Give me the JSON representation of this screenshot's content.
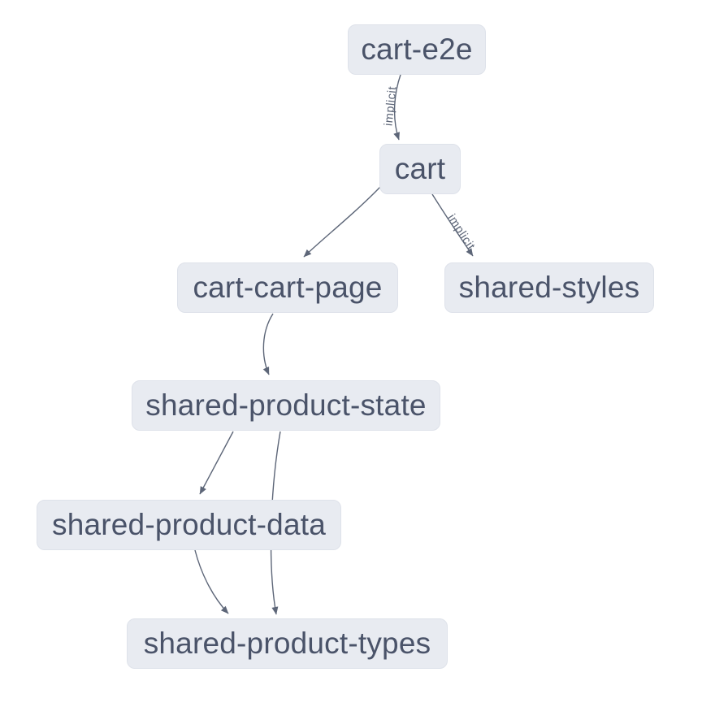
{
  "diagram": {
    "kind": "dependency-graph",
    "nodes": [
      {
        "id": "cart-e2e",
        "label": "cart-e2e"
      },
      {
        "id": "cart",
        "label": "cart"
      },
      {
        "id": "cart-cart-page",
        "label": "cart-cart-page"
      },
      {
        "id": "shared-styles",
        "label": "shared-styles"
      },
      {
        "id": "shared-product-state",
        "label": "shared-product-state"
      },
      {
        "id": "shared-product-data",
        "label": "shared-product-data"
      },
      {
        "id": "shared-product-types",
        "label": "shared-product-types"
      }
    ],
    "edges": [
      {
        "from": "cart-e2e",
        "to": "cart",
        "label": "implicit"
      },
      {
        "from": "cart",
        "to": "cart-cart-page",
        "label": ""
      },
      {
        "from": "cart",
        "to": "shared-styles",
        "label": "implicit"
      },
      {
        "from": "cart-cart-page",
        "to": "shared-product-state",
        "label": ""
      },
      {
        "from": "shared-product-state",
        "to": "shared-product-data",
        "label": ""
      },
      {
        "from": "shared-product-state",
        "to": "shared-product-types",
        "label": ""
      },
      {
        "from": "shared-product-data",
        "to": "shared-product-types",
        "label": ""
      }
    ],
    "colors": {
      "background": "#ffffff",
      "node_fill": "#e8ebf1",
      "node_border": "#dee2ea",
      "node_text": "#4a5369",
      "edge": "#5d6678",
      "edge_label": "#5d6678"
    }
  }
}
